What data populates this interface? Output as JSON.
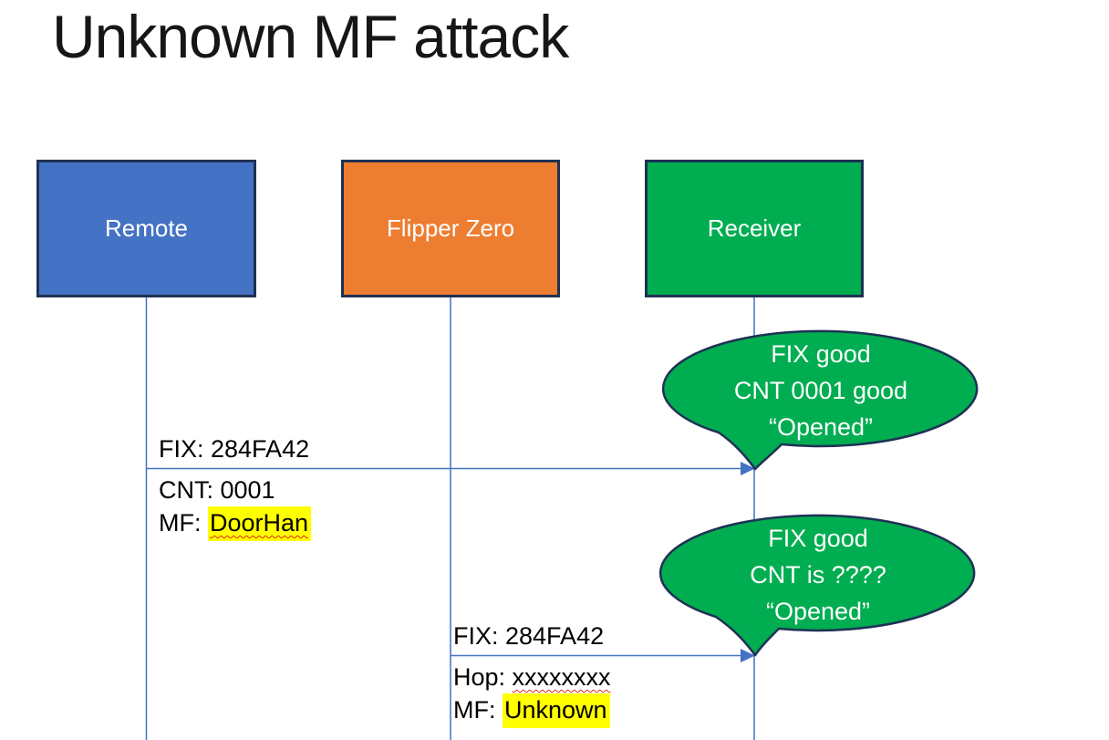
{
  "title": "Unknown MF attack",
  "actors": [
    {
      "id": "remote",
      "label": "Remote",
      "color": "#4472C4"
    },
    {
      "id": "flipper-zero",
      "label": "Flipper Zero",
      "color": "#ED7D31"
    },
    {
      "id": "receiver",
      "label": "Receiver",
      "color": "#00AD50"
    }
  ],
  "messages": [
    {
      "from": "Remote",
      "to": "Receiver",
      "line1": "FIX: 284FA42",
      "line2": "CNT: 0001",
      "line3_prefix": "MF: ",
      "line3_value": "DoorHan"
    },
    {
      "from": "Flipper Zero",
      "to": "Receiver",
      "line1": "FIX: 284FA42",
      "line2_prefix": "Hop: ",
      "line2_value": "xxxxxxxx",
      "line3_prefix": "MF: ",
      "line3_value": "Unknown"
    }
  ],
  "bubbles": [
    {
      "lines": [
        "FIX good",
        "CNT 0001 good",
        "“Opened”"
      ]
    },
    {
      "lines": [
        "FIX good",
        "CNT is ????",
        "“Opened”"
      ]
    }
  ],
  "colors": {
    "actor_remote_fill": "#4472C4",
    "actor_flipper_fill": "#ED7D31",
    "actor_receiver_fill": "#00AD50",
    "shape_border": "#1F3155",
    "connector_blue": "#4472C4",
    "bubble_fill": "#00AD50",
    "highlight_yellow": "#FFFF00",
    "spellcheck_red": "#E02B20",
    "text_black": "#000000",
    "text_white": "#FFFFFF"
  }
}
